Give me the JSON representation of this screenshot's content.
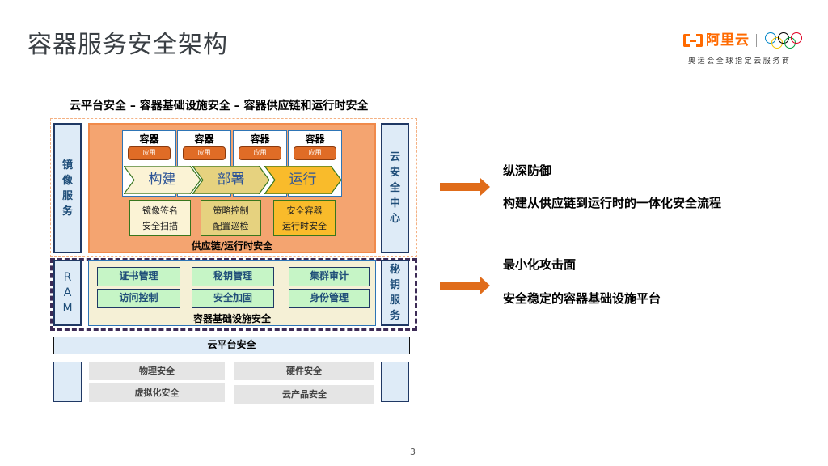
{
  "slide": {
    "title": "容器服务安全架构",
    "page_number": "3"
  },
  "logo": {
    "brand_text": "阿里云",
    "tagline": "奥运会全球指定云服务商",
    "brand_color": "#ff6a00",
    "rings": [
      {
        "color": "#0085c7"
      },
      {
        "color": "#f4c300"
      },
      {
        "color": "#000000"
      },
      {
        "color": "#009f3d"
      },
      {
        "color": "#df0024"
      }
    ]
  },
  "diagram": {
    "heading": "云平台安全 – 容器基础设施安全 – 容器供应链和运行时安全",
    "supply_chain": {
      "left_side": [
        "镜",
        "像",
        "服",
        "务"
      ],
      "right_side": [
        "云",
        "安",
        "全",
        "中",
        "心"
      ],
      "containers": [
        {
          "title": "容器",
          "app": "应用"
        },
        {
          "title": "容器",
          "app": "应用"
        },
        {
          "title": "容器",
          "app": "应用"
        },
        {
          "title": "容器",
          "app": "应用"
        }
      ],
      "stages": [
        {
          "label": "构建",
          "color": "#fbf3d5"
        },
        {
          "label": "部署",
          "color": "#e6d27f"
        },
        {
          "label": "运行",
          "color": "#f9bb2b"
        }
      ],
      "tasks": [
        {
          "lines": [
            "镜像签名",
            "安全扫描"
          ],
          "color": "#fbf3d5"
        },
        {
          "lines": [
            "策略控制",
            "配置巡检"
          ],
          "color": "#e6d27f"
        },
        {
          "lines": [
            "安全容器",
            "运行时安全"
          ],
          "color": "#f9bb2b"
        }
      ],
      "label": "供应链/运行时安全"
    },
    "infrastructure": {
      "left_side": [
        "R",
        "A",
        "M"
      ],
      "right_side": [
        "秘",
        "钥",
        "服",
        "务"
      ],
      "items": [
        [
          "证书管理",
          "秘钥管理",
          "集群审计"
        ],
        [
          "访问控制",
          "安全加固",
          "身份管理"
        ]
      ],
      "label": "容器基础设施安全"
    },
    "cloud_platform": {
      "label": "云平台安全",
      "items": [
        [
          "物理安全",
          "硬件安全"
        ],
        [
          "虚拟化安全",
          "云产品安全"
        ]
      ]
    }
  },
  "bullets": [
    {
      "heading": "纵深防御",
      "detail": "构建从供应链到运行时的一体化安全流程"
    },
    {
      "heading": "最小化攻击面",
      "detail": "安全稳定的容器基础设施平台"
    }
  ],
  "accent_color": "#e06c1a"
}
